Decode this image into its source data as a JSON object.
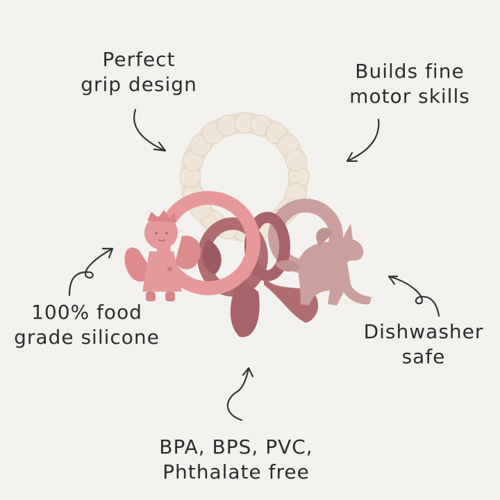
{
  "callouts": {
    "grip": {
      "line1": "Perfect",
      "line2": "grip design"
    },
    "motor": {
      "line1": "Builds fine",
      "line2": "motor skills"
    },
    "food": {
      "line1": "100% food",
      "line2": "grade silicone"
    },
    "dishwasher": {
      "line1": "Dishwasher",
      "line2": "safe"
    },
    "bpa": {
      "line1": "BPA, BPS, PVC,",
      "line2": "Phthalate free"
    }
  },
  "colors": {
    "background": "#f3f1ee",
    "cream_ring": "#ece3d4",
    "pink_ring": "#e7999a",
    "mauve": "#b06d70",
    "dusty_rose": "#c9a09d",
    "text": "#2c2c2c"
  },
  "icons": [
    "curved-arrow-icon",
    "fairy-teether-icon",
    "unicorn-teether-icon",
    "ribbon-teether-icon"
  ]
}
